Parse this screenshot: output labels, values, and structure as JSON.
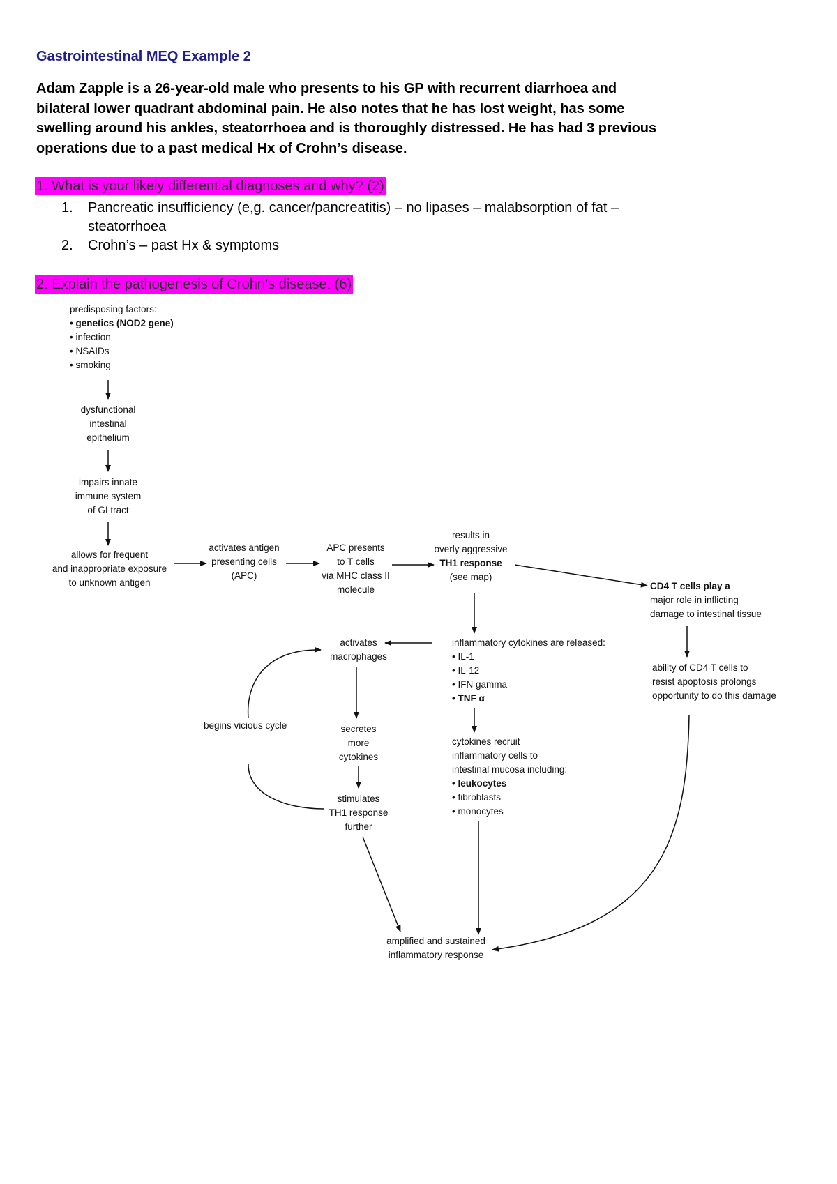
{
  "header": {
    "title": "Gastrointestinal MEQ Example 2"
  },
  "case": {
    "lines": [
      "Adam Zapple is a 26-year-old male who presents to his GP with recurrent diarrhoea and",
      "bilateral lower quadrant abdominal pain. He also notes that he has lost weight, has some",
      "swelling around his ankles, steatorrhoea and is thoroughly distressed. He has had 3 previous",
      "operations due to a past medical Hx of Crohn’s disease."
    ]
  },
  "questions": {
    "q1": "1. What is your likely differential diagnoses and why? (2)",
    "q2": "2. Explain the pathogenesis of Crohn’s disease. (6)"
  },
  "answers": [
    {
      "num": "1.",
      "line1": "Pancreatic insufficiency (e,g. cancer/pancreatitis) – no lipases – malabsorption of fat –",
      "line2": "steatorrhoea"
    },
    {
      "num": "2.",
      "line1": "Crohn’s – past Hx & symptoms"
    }
  ],
  "diagram": {
    "predisposing": {
      "heading": "predisposing factors:",
      "items": [
        "• genetics (NOD2 gene)",
        "• infection",
        "• NSAIDs",
        "• smoking"
      ]
    },
    "dysfunctional": [
      "dysfunctional",
      "intestinal",
      "epithelium"
    ],
    "impairs": [
      "impairs innate",
      "immune system",
      "of GI tract"
    ],
    "allows": [
      "allows for frequent",
      "and inappropriate exposure",
      "to unknown antigen"
    ],
    "activates_apc": [
      "activates antigen",
      "presenting cells",
      "(APC)"
    ],
    "apc_presents": [
      "APC presents",
      "to T cells",
      "via MHC class II",
      "molecule"
    ],
    "results_in": [
      "results in",
      "overly aggressive",
      "TH1 response",
      "(see map)"
    ],
    "cd4_role": [
      "CD4 T cells play a",
      "major role in inflicting",
      "damage to intestinal tissue"
    ],
    "cd4_apoptosis": [
      "ability of CD4 T cells to",
      "resist apoptosis prolongs",
      "opportunity to do this damage"
    ],
    "cytokines_released": {
      "heading": "inflammatory cytokines are released:",
      "items": [
        "• IL-1",
        "• IL-12",
        "• IFN gamma",
        "• TNF α"
      ]
    },
    "activates_macrophages": [
      "activates",
      "macrophages"
    ],
    "secretes": [
      "secretes",
      "more",
      "cytokines"
    ],
    "stimulates": [
      "stimulates",
      "TH1 response",
      "further"
    ],
    "vicious_cycle": "begins vicious cycle",
    "recruit": {
      "lines": [
        "cytokines recruit",
        "inflammatory cells to",
        "intestinal mucosa including:"
      ],
      "items": [
        "• leukocytes",
        "• fibroblasts",
        "• monocytes"
      ]
    },
    "amplified": [
      "amplified and sustained",
      "inflammatory response"
    ]
  }
}
